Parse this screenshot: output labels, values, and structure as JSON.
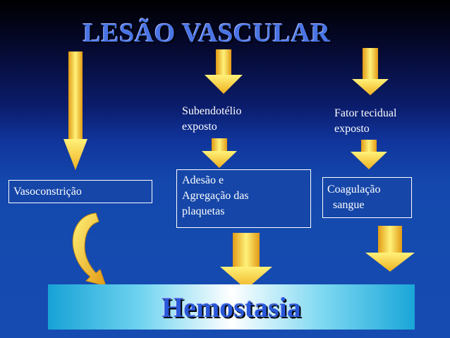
{
  "title": "LESÃO VASCULAR",
  "nodes": {
    "subendotelio": {
      "lines": [
        "Subendotélio",
        "exposto"
      ]
    },
    "fator_tecidual": {
      "lines": [
        "Fator tecidual",
        "exposto"
      ]
    },
    "vasoconstricao": {
      "lines": [
        "Vasoconstrição"
      ]
    },
    "adesao": {
      "lines": [
        "Adesão e",
        "Agregação das",
        "plaquetas"
      ]
    },
    "coagulacao": {
      "lines": [
        "Coagulação",
        "  sangue"
      ]
    }
  },
  "result": "Hemostasia",
  "colors": {
    "arrow_gradient": [
      "#fff27a",
      "#f6c22e",
      "#e29a14"
    ],
    "background": "#164cb2",
    "title": "#4a74e4"
  }
}
